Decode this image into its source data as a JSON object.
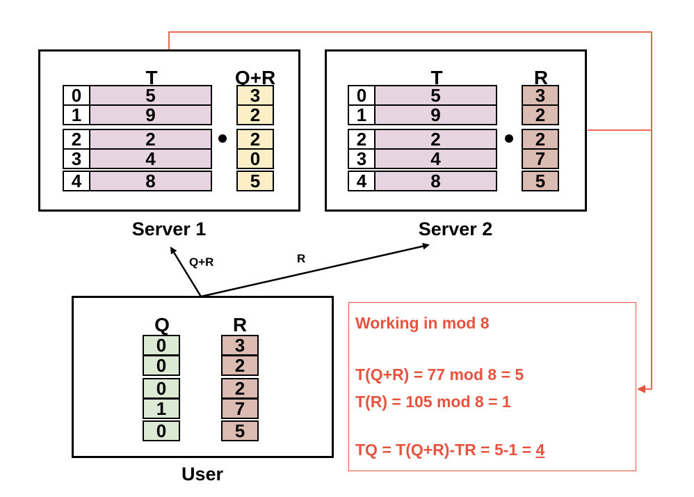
{
  "server1": {
    "label": "Server 1",
    "t_header": "T",
    "vec_header": "Q+R",
    "rows": [
      {
        "idx": "0",
        "t": "5",
        "v": "3"
      },
      {
        "idx": "1",
        "t": "9",
        "v": "2"
      },
      {
        "idx": "2",
        "t": "2",
        "v": "2"
      },
      {
        "idx": "3",
        "t": "4",
        "v": "0"
      },
      {
        "idx": "4",
        "t": "8",
        "v": "5"
      }
    ]
  },
  "server2": {
    "label": "Server 2",
    "t_header": "T",
    "vec_header": "R",
    "rows": [
      {
        "idx": "0",
        "t": "5",
        "v": "3"
      },
      {
        "idx": "1",
        "t": "9",
        "v": "2"
      },
      {
        "idx": "2",
        "t": "2",
        "v": "2"
      },
      {
        "idx": "3",
        "t": "4",
        "v": "7"
      },
      {
        "idx": "4",
        "t": "8",
        "v": "5"
      }
    ]
  },
  "user": {
    "label": "User",
    "q_header": "Q",
    "r_header": "R",
    "q": [
      "0",
      "0",
      "0",
      "1",
      "0"
    ],
    "r": [
      "3",
      "2",
      "2",
      "7",
      "5"
    ]
  },
  "arrows": {
    "to_server1": "Q+R",
    "to_server2": "R"
  },
  "note": {
    "line1": "Working in mod 8",
    "line2": "T(Q+R) = 77 mod 8 = 5",
    "line3": "T(R) = 105 mod 8 = 1",
    "line4_prefix": "TQ = T(Q+R)-TR = 5-1 = ",
    "line4_answer": "4"
  },
  "colors": {
    "accent": "#e8533f",
    "t_fill": "#e6d5e1",
    "qr_fill": "#fcefc7",
    "r_fill": "#dcbcb2",
    "q_fill": "#dbe9d5"
  }
}
